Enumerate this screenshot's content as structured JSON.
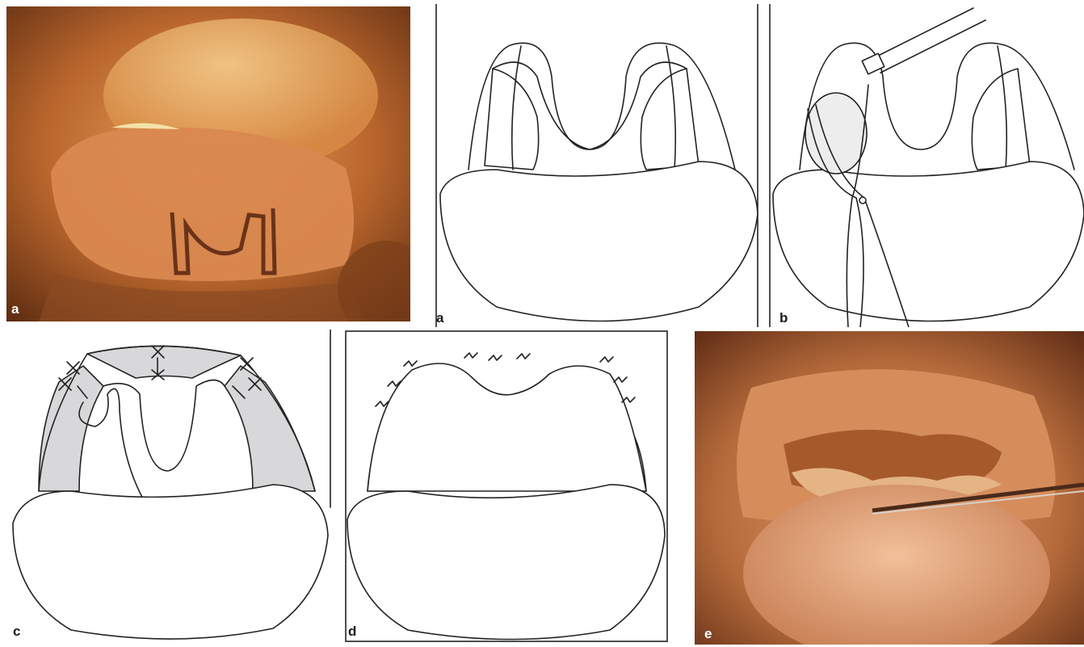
{
  "figure": {
    "panels": [
      {
        "id": "photo-a",
        "label": "a",
        "kind": "photograph"
      },
      {
        "id": "drawing-a",
        "label": "a",
        "kind": "line-drawing"
      },
      {
        "id": "drawing-b",
        "label": "b",
        "kind": "line-drawing"
      },
      {
        "id": "drawing-c",
        "label": "c",
        "kind": "line-drawing"
      },
      {
        "id": "drawing-d",
        "label": "d",
        "kind": "line-drawing"
      },
      {
        "id": "photo-e",
        "label": "e",
        "kind": "photograph"
      }
    ]
  },
  "colors": {
    "background": "#ffffff",
    "line": "#222222",
    "shaded_region": "#d8d8da",
    "photo_warm": "#c9762f",
    "photo_tissue": "#d89a6a"
  }
}
